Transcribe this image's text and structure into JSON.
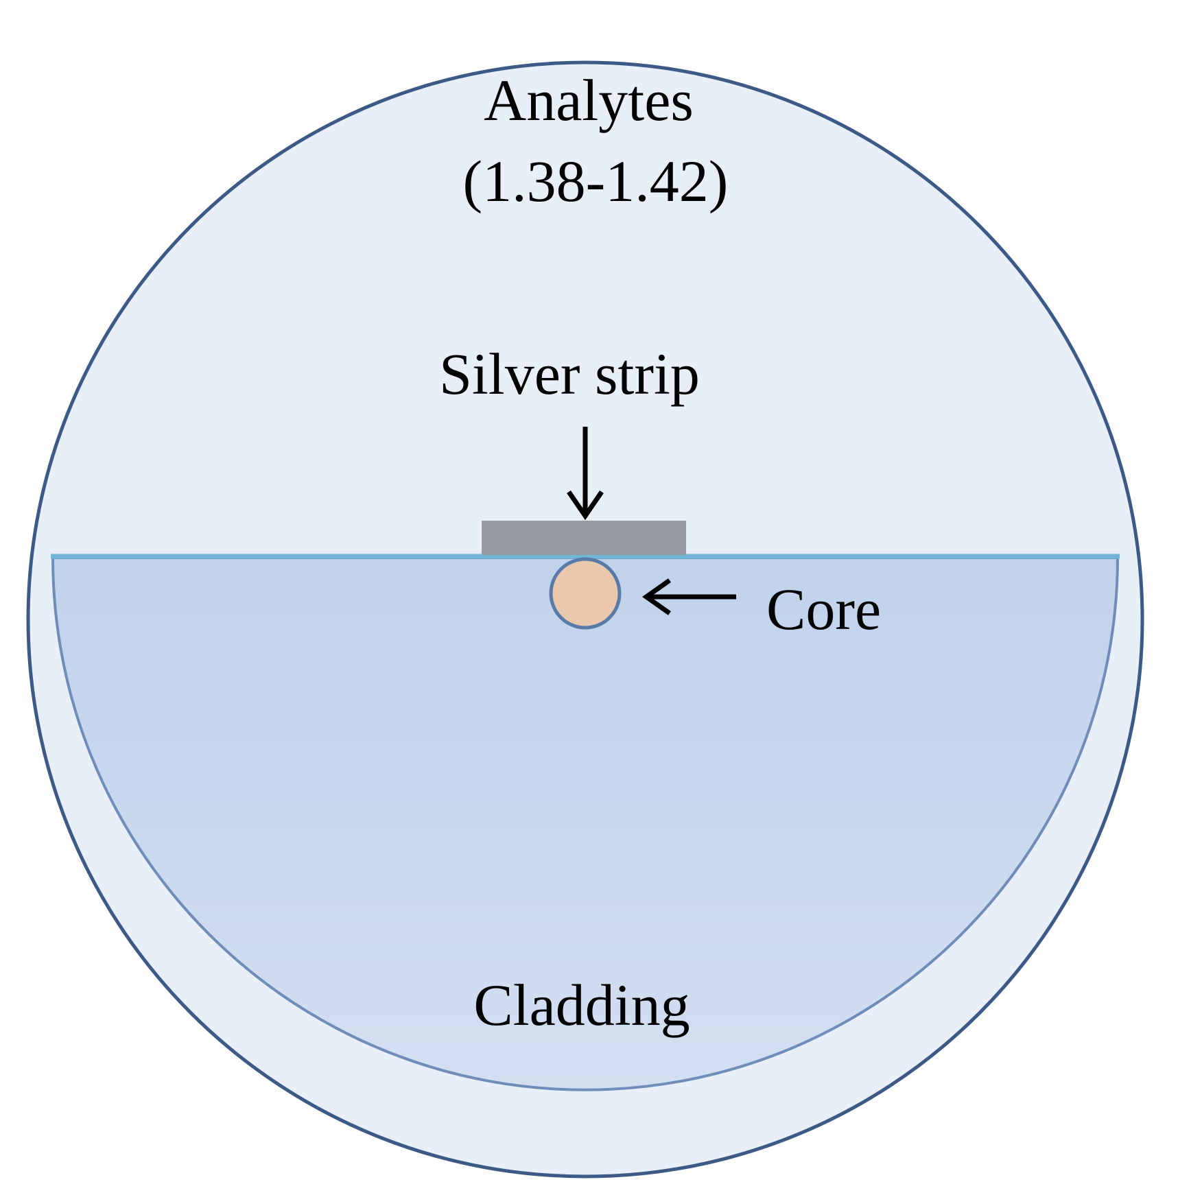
{
  "labels": {
    "analytes_name": "Analytes",
    "analytes_range": "(1.38-1.42)",
    "silver_strip": "Silver strip",
    "core": "Core",
    "cladding": "Cladding"
  },
  "colors": {
    "analyte_fill": "#e8eff9",
    "outer_ring": "#3d5a86",
    "cladding_fill_top": "#c1d2ec",
    "cladding_fill_bottom": "#d3dff1",
    "cladding_border": "#6f8db8",
    "interface_line": "#6fb6d6",
    "silver_strip": "#989ba3",
    "core_fill": "#e9c8ad",
    "core_border": "#5a7aa8",
    "arrow": "#000000",
    "text": "#000000"
  }
}
